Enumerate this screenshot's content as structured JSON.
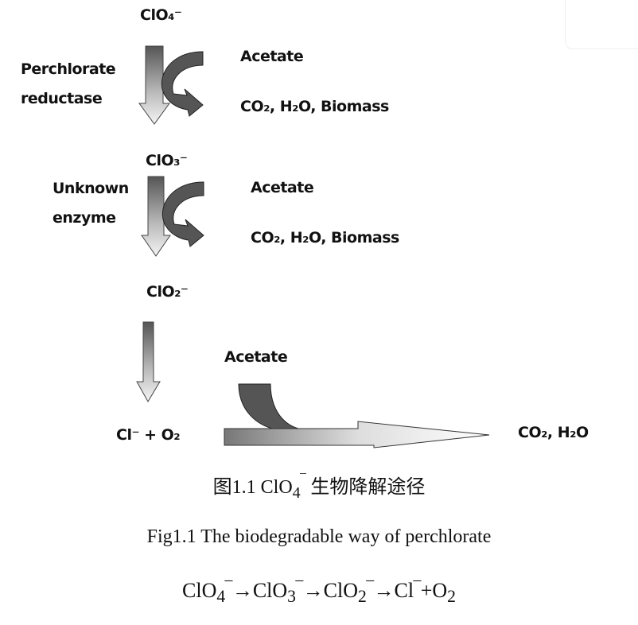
{
  "diagram": {
    "species": {
      "perchlorate": "ClO₄⁻",
      "chlorate": "ClO₃⁻",
      "chlorite": "ClO₂⁻",
      "products_final": "Cl⁻  +  O₂",
      "end_products": "CO₂, H₂O"
    },
    "steps": [
      {
        "enzyme_line1": "Perchlorate",
        "enzyme_line2": "reductase",
        "donor": "Acetate",
        "products": "CO₂, H₂O, Biomass"
      },
      {
        "enzyme_line1": "Unknown",
        "enzyme_line2": "enzyme",
        "donor": "Acetate",
        "products": "CO₂, H₂O, Biomass"
      },
      {
        "donor": "Acetate"
      }
    ]
  },
  "captions": {
    "cn_prefix": "图1.1 ClO",
    "cn_sub": "4",
    "cn_sup": "‾",
    "cn_suffix": " 生物降解途径",
    "en": "Fig1.1 The biodegradable way of perchlorate",
    "equation": {
      "t1": "ClO",
      "s1": "4",
      "a1": "‾→ClO",
      "s2": "3",
      "a2": "‾→ClO",
      "s3": "2",
      "a3": "‾→Cl",
      "a4": "‾+O",
      "s4": "2"
    }
  }
}
